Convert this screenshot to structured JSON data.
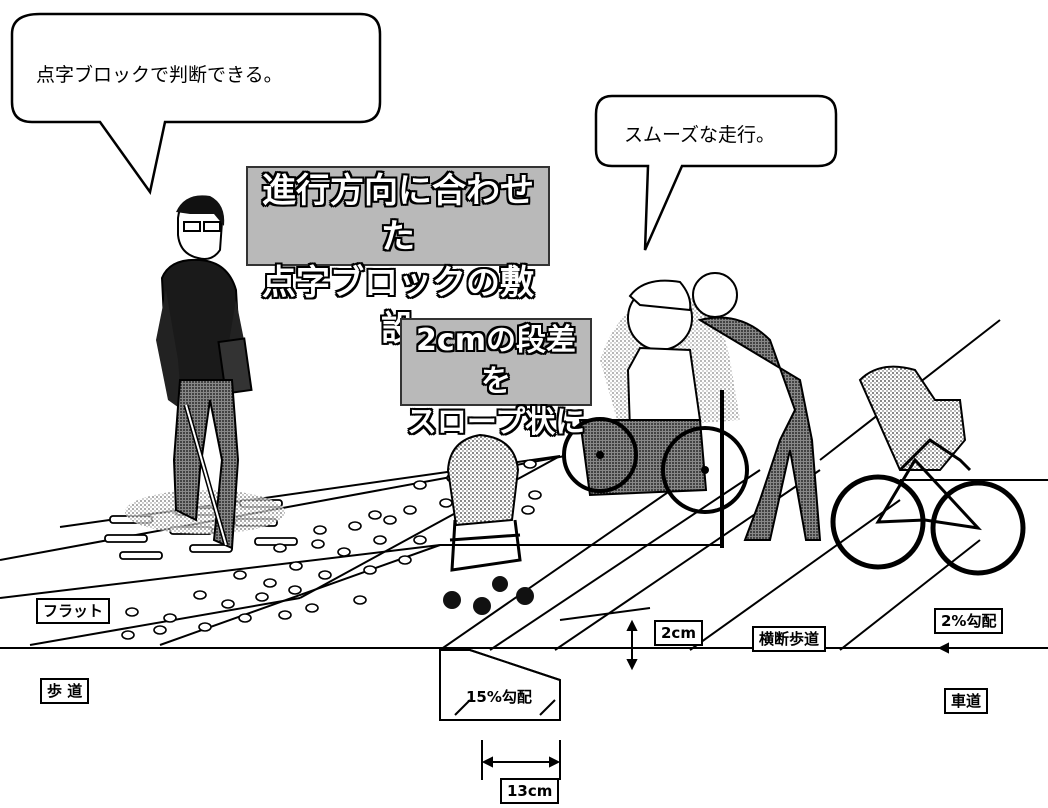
{
  "bubbles": {
    "blind_person": "点字ブロックで判断できる。",
    "wheelchair": "スムーズな走行。"
  },
  "banners": {
    "tactile_line1": "進行方向に合わせた",
    "tactile_line2": "点字ブロックの敷設",
    "slope_line1": "2cmの段差を",
    "slope_line2": "スロープ状に"
  },
  "labels": {
    "flat": "フラット",
    "sidewalk": "歩 道",
    "step_height": "2cm",
    "slope_gradient": "15%勾配",
    "slope_width": "13cm",
    "crosswalk": "横断歩道",
    "road_gradient": "2%勾配",
    "roadway": "車道"
  }
}
